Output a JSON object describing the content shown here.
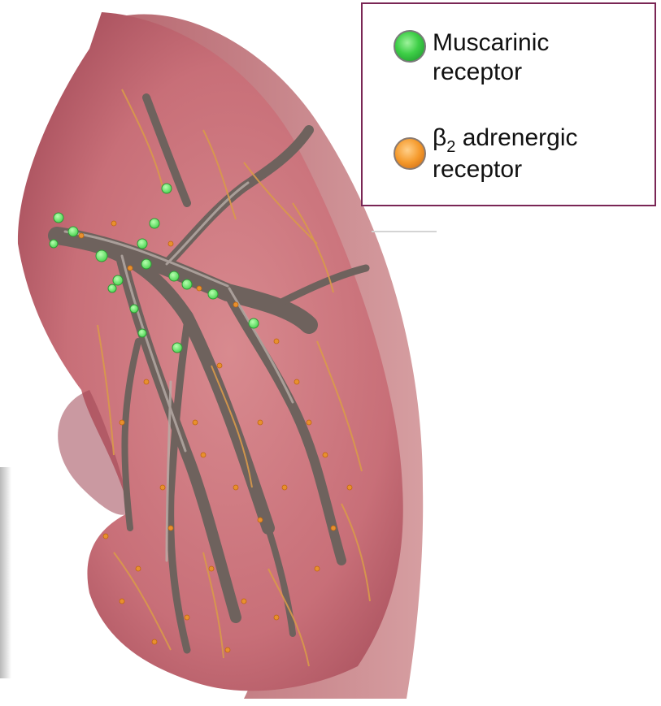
{
  "legend": {
    "border_color": "#7a2655",
    "items": [
      {
        "line1": "Muscarinic",
        "line2": "receptor",
        "color": "#3ecf47",
        "icon": "green-receptor-dot"
      },
      {
        "line1_prefix": "β",
        "line1_sub": "2",
        "line1_suffix": " adrenergic",
        "line2": "receptor",
        "color": "#f59a2c",
        "icon": "orange-receptor-dot"
      }
    ]
  },
  "illustration": {
    "subject": "lung-with-bronchial-tree",
    "lung_color": "#c26670",
    "airway_color": "#7a6e68",
    "nerve_color": "#d99a4a"
  }
}
